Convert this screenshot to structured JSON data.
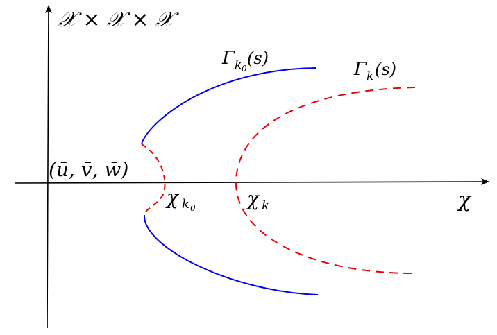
{
  "labels": {
    "y_axis": "𝒳 × 𝒳 × 𝒳",
    "x_axis": "χ",
    "origin": "(ū, v̄, w̄)",
    "gamma_k0_base": "Γ",
    "gamma_k0_sub": "k",
    "gamma_k0_subsub": "0",
    "gamma_k0_arg": "(s)",
    "gamma_k_base": "Γ",
    "gamma_k_sub": "k",
    "gamma_k_arg": "(s)",
    "chi_k0_base": "χ",
    "chi_k0_sub": "k",
    "chi_k0_subsub": "0",
    "chi_k_base": "χ",
    "chi_k_sub": "k"
  },
  "colors": {
    "stable_branch": "#0000ee",
    "unstable_branch": "#ee0000",
    "axis": "#000000"
  }
}
